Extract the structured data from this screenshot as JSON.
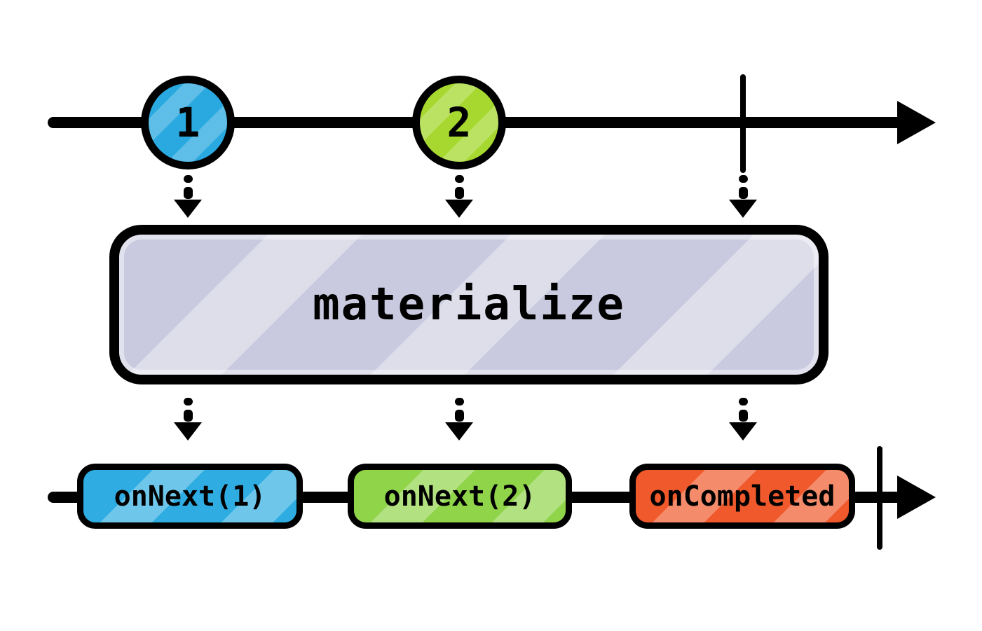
{
  "operator": {
    "label": "materialize",
    "fill": "#c9cadf"
  },
  "input_timeline": {
    "marbles": [
      {
        "label": "1",
        "color": "#29a9e0"
      },
      {
        "label": "2",
        "color": "#a6d830"
      }
    ],
    "completed": true
  },
  "output_timeline": {
    "notifications": [
      {
        "label": "onNext(1)",
        "color": "#2fade2"
      },
      {
        "label": "onNext(2)",
        "color": "#90d44a"
      },
      {
        "label": "onCompleted",
        "color": "#f0592b"
      }
    ],
    "completed": true
  },
  "colors": {
    "stroke": "#000000",
    "background": "#ffffff"
  }
}
